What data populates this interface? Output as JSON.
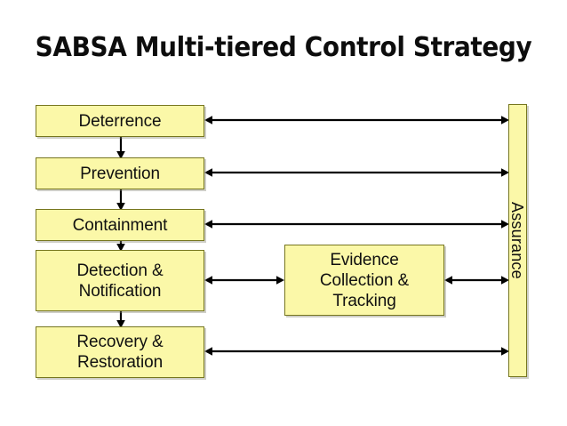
{
  "diagram": {
    "title": "SABSA Multi-tiered Control Strategy",
    "background_color": "#ffffff",
    "node_fill_color": "#fbf8a8",
    "node_border_color": "#76761f",
    "text_color": "#101010",
    "connector_color": "#000000",
    "nodes": [
      {
        "id": "deterrence",
        "label": "Deterrence",
        "shape": "rectangle"
      },
      {
        "id": "prevention",
        "label": "Prevention",
        "shape": "rectangle"
      },
      {
        "id": "containment",
        "label": "Containment",
        "shape": "rectangle"
      },
      {
        "id": "detection",
        "label": "Detection &\nNotification",
        "shape": "rectangle"
      },
      {
        "id": "recovery",
        "label": "Recovery &\nRestoration",
        "shape": "rectangle"
      },
      {
        "id": "evidence",
        "label": "Evidence\nCollection &\nTracking",
        "shape": "rectangle"
      },
      {
        "id": "assurance",
        "label": "Assurance",
        "shape": "vertical-bar"
      }
    ],
    "connectors": [
      {
        "from": "deterrence",
        "to": "prevention",
        "direction": "down",
        "arrowheads": "end"
      },
      {
        "from": "prevention",
        "to": "containment",
        "direction": "down",
        "arrowheads": "end"
      },
      {
        "from": "containment",
        "to": "detection",
        "direction": "down",
        "arrowheads": "end"
      },
      {
        "from": "detection",
        "to": "recovery",
        "direction": "down",
        "arrowheads": "end"
      },
      {
        "from": "deterrence",
        "to": "assurance",
        "direction": "horizontal",
        "arrowheads": "both"
      },
      {
        "from": "prevention",
        "to": "assurance",
        "direction": "horizontal",
        "arrowheads": "both"
      },
      {
        "from": "containment",
        "to": "assurance",
        "direction": "horizontal",
        "arrowheads": "both"
      },
      {
        "from": "detection",
        "to": "evidence",
        "direction": "horizontal",
        "arrowheads": "both"
      },
      {
        "from": "evidence",
        "to": "assurance",
        "direction": "horizontal",
        "arrowheads": "both"
      },
      {
        "from": "recovery",
        "to": "assurance",
        "direction": "horizontal",
        "arrowheads": "both"
      }
    ]
  }
}
